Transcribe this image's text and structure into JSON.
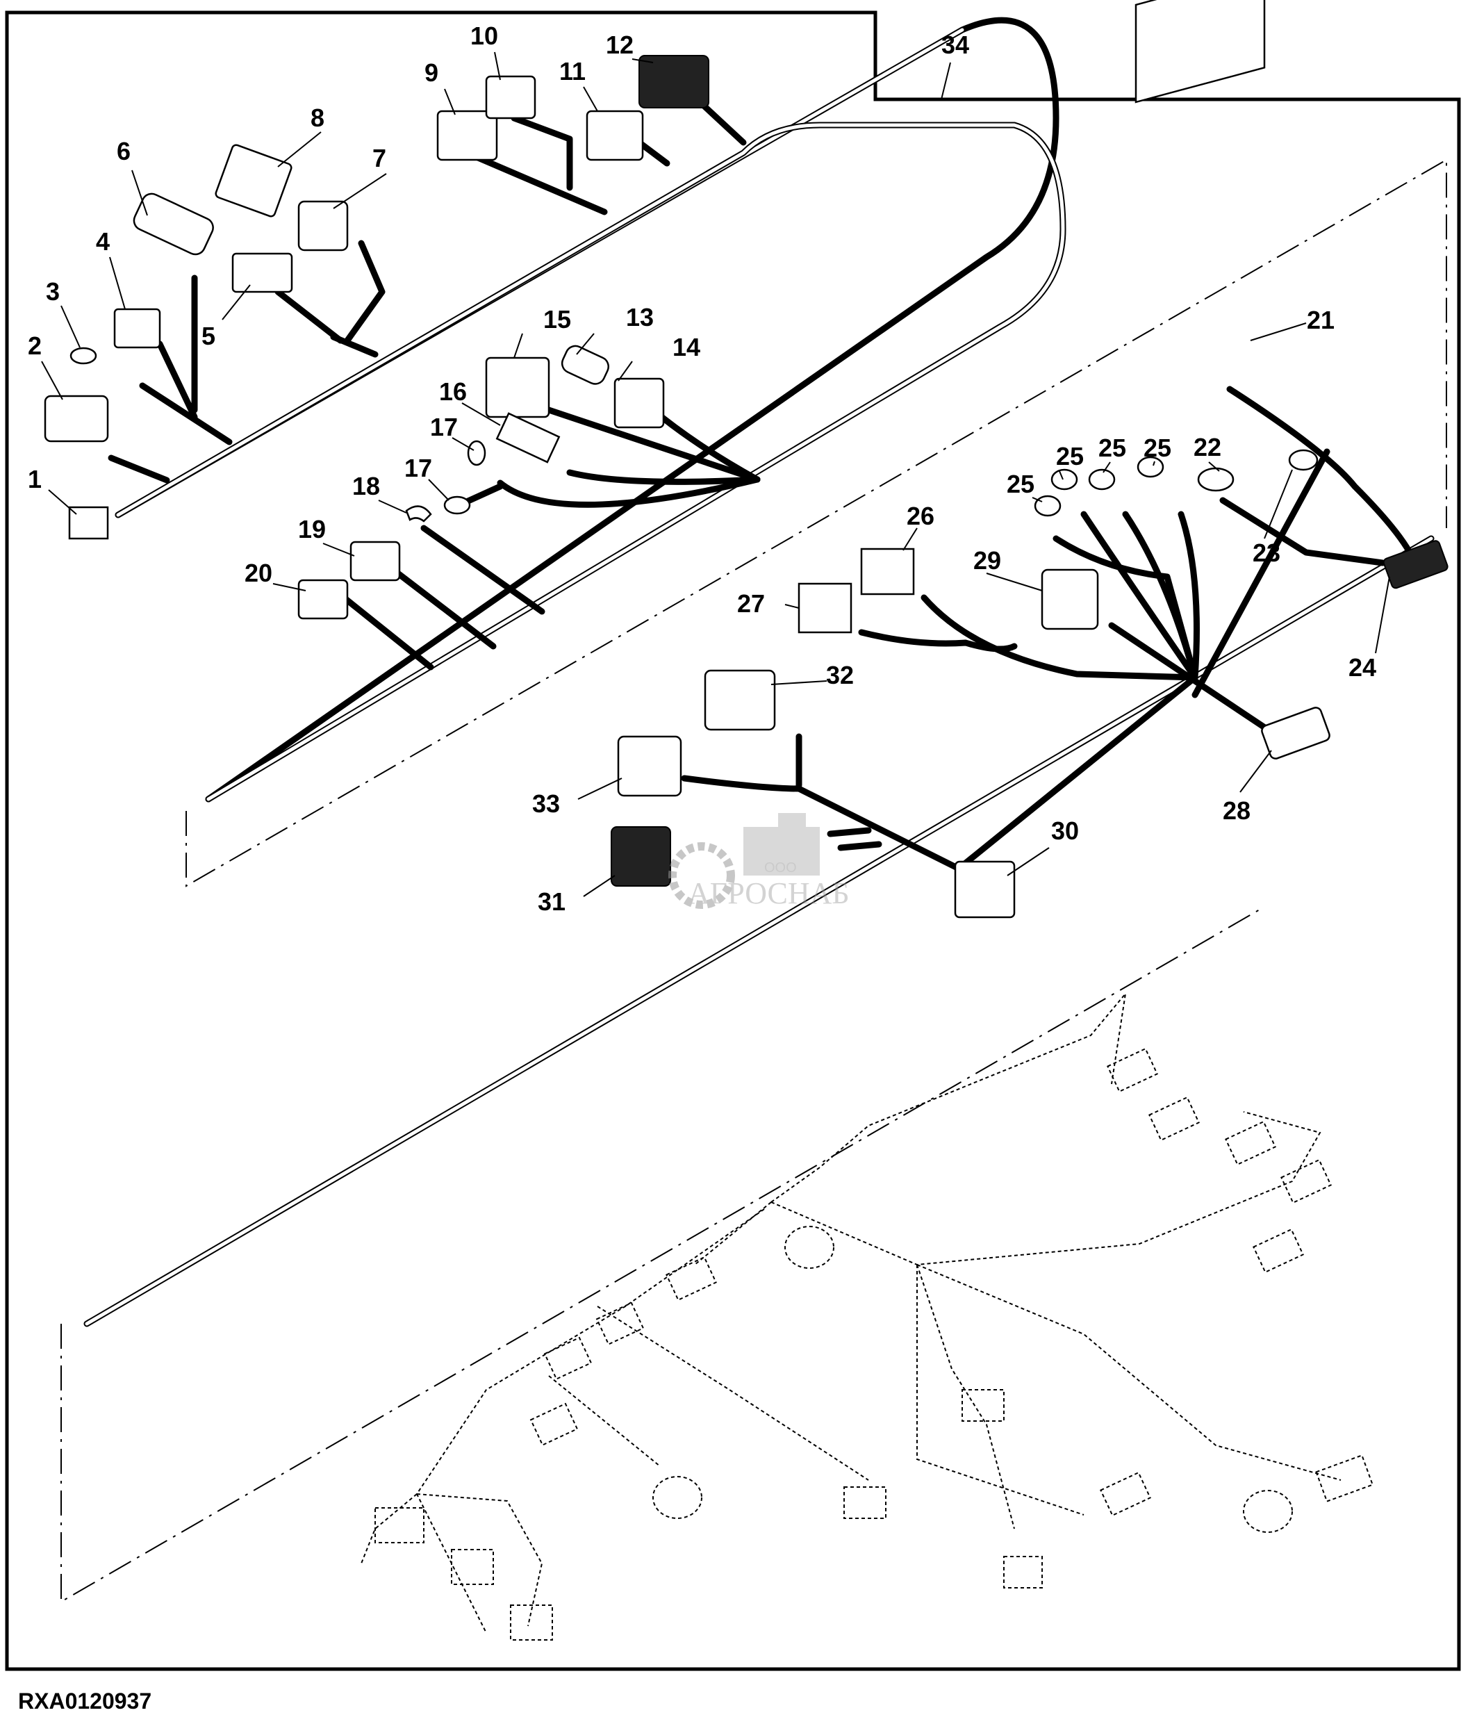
{
  "diagram": {
    "type": "wiring harness exploded parts diagram",
    "figure_id": "RXA0120937",
    "watermark": {
      "prefix": "ООО",
      "name": "АГРОСНАБ"
    },
    "callouts": [
      {
        "id": "c1",
        "label": "1"
      },
      {
        "id": "c2",
        "label": "2"
      },
      {
        "id": "c3",
        "label": "3"
      },
      {
        "id": "c4",
        "label": "4"
      },
      {
        "id": "c5",
        "label": "5"
      },
      {
        "id": "c6",
        "label": "6"
      },
      {
        "id": "c7",
        "label": "7"
      },
      {
        "id": "c8",
        "label": "8"
      },
      {
        "id": "c9",
        "label": "9"
      },
      {
        "id": "c10",
        "label": "10"
      },
      {
        "id": "c11",
        "label": "11"
      },
      {
        "id": "c12",
        "label": "12"
      },
      {
        "id": "c13",
        "label": "13"
      },
      {
        "id": "c14",
        "label": "14"
      },
      {
        "id": "c15",
        "label": "15"
      },
      {
        "id": "c16",
        "label": "16"
      },
      {
        "id": "c17a",
        "label": "17"
      },
      {
        "id": "c17b",
        "label": "17"
      },
      {
        "id": "c18",
        "label": "18"
      },
      {
        "id": "c19",
        "label": "19"
      },
      {
        "id": "c20",
        "label": "20"
      },
      {
        "id": "c21",
        "label": "21"
      },
      {
        "id": "c22",
        "label": "22"
      },
      {
        "id": "c23",
        "label": "23"
      },
      {
        "id": "c24",
        "label": "24"
      },
      {
        "id": "c25a",
        "label": "25"
      },
      {
        "id": "c25b",
        "label": "25"
      },
      {
        "id": "c25c",
        "label": "25"
      },
      {
        "id": "c25d",
        "label": "25"
      },
      {
        "id": "c26",
        "label": "26"
      },
      {
        "id": "c27",
        "label": "27"
      },
      {
        "id": "c28",
        "label": "28"
      },
      {
        "id": "c29",
        "label": "29"
      },
      {
        "id": "c30",
        "label": "30"
      },
      {
        "id": "c31",
        "label": "31"
      },
      {
        "id": "c32",
        "label": "32"
      },
      {
        "id": "c33",
        "label": "33"
      },
      {
        "id": "c34",
        "label": "34"
      }
    ]
  }
}
